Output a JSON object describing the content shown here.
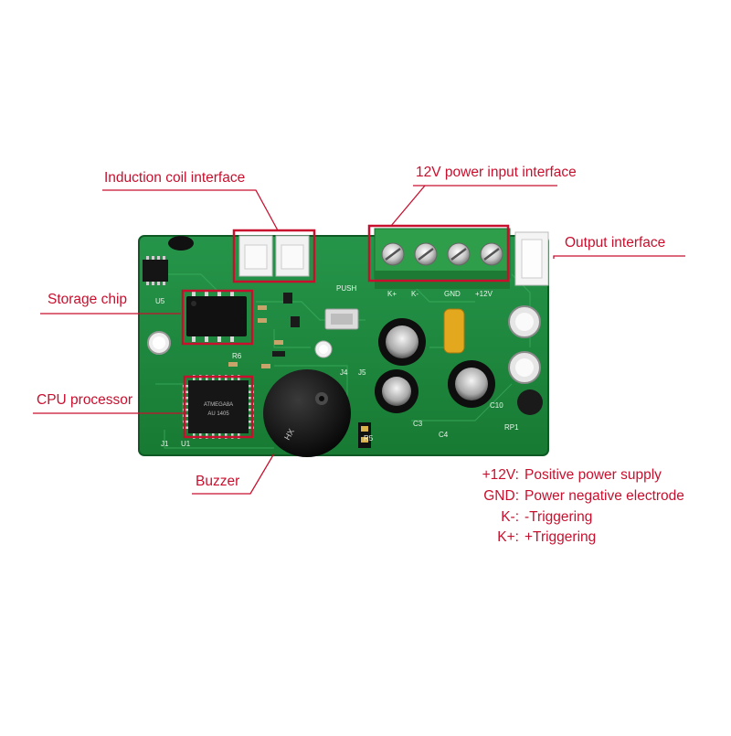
{
  "colors": {
    "annotation": "#c8102e",
    "pcb_green": "#1f8a3a",
    "terminal_green": "#2e9e4a"
  },
  "callouts": {
    "induction_coil": "Induction coil interface",
    "power_input": "12V power input interface",
    "output": "Output interface",
    "storage_chip": "Storage chip",
    "cpu": "CPU processor",
    "buzzer": "Buzzer"
  },
  "board": {
    "chip_text": "ATMEGA8A",
    "chip_code": "AU 1405",
    "buzzer_text": "HX",
    "silkscreen": [
      "K+",
      "K-",
      "GND",
      "+12V",
      "PUSH",
      "J1",
      "J4",
      "J5",
      "C3",
      "C4",
      "C10",
      "R5",
      "R6",
      "RP1",
      "U5",
      "U1"
    ]
  },
  "legend": [
    {
      "key": "+12V:",
      "desc": "Positive power supply"
    },
    {
      "key": "GND:",
      "desc": "Power negative electrode"
    },
    {
      "key": "K-:",
      "desc": "-Triggering"
    },
    {
      "key": "K+:",
      "desc": "+Triggering"
    }
  ]
}
